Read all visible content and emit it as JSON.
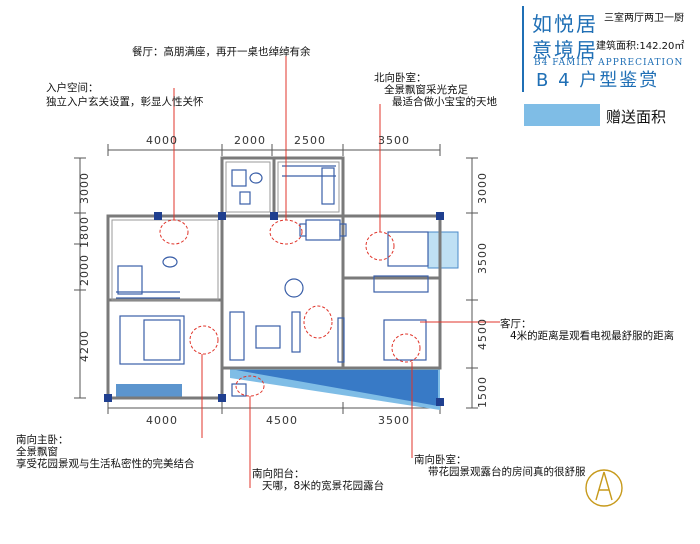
{
  "header": {
    "brand_line1": "如悦居",
    "brand_line2": "意境居",
    "unit_type": "三室两厅两卫一厨",
    "area": "建筑面积:142.20㎡",
    "english": "B4 FAMILY APPRECIATION",
    "title": "B 4 户型鉴赏",
    "gift_label": "赠送面积"
  },
  "annotations": {
    "dining": "餐厅：高朋满座，再开一桌也绰绰有余",
    "entry_title": "入户空间：",
    "entry_desc": "独立入户玄关设置，彰显人性关怀",
    "north_bedroom_title": "北向卧室：",
    "north_bedroom_line1": "全景飘窗采光充足",
    "north_bedroom_line2": "最适合做小宝宝的天地",
    "living_title": "客厅：",
    "living_desc": "4米的距离是观看电视最舒服的距离",
    "master_title": "南向主卧：",
    "master_line1": "全景飘窗",
    "master_line2": "享受花园景观与生活私密性的完美结合",
    "balcony_title": "南向阳台：",
    "balcony_desc": "天哪，8米的宽景花园露台",
    "south_bedroom_title": "南向卧室：",
    "south_bedroom_desc": "带花园景观露台的房间真的很舒服"
  },
  "dimensions": {
    "top": [
      "4000",
      "2000",
      "2500",
      "3500"
    ],
    "bottom": [
      "4000",
      "4500",
      "3500"
    ],
    "left": [
      "3000",
      "1800",
      "2000",
      "4200"
    ],
    "right": [
      "3000",
      "3500",
      "4500",
      "1500"
    ]
  },
  "colors": {
    "accent": "#1f6fb5",
    "gift_area": "#7fbde6",
    "wall": "#7a7a7a",
    "furniture": "#3a5fa8",
    "callout": "#e0352b"
  }
}
